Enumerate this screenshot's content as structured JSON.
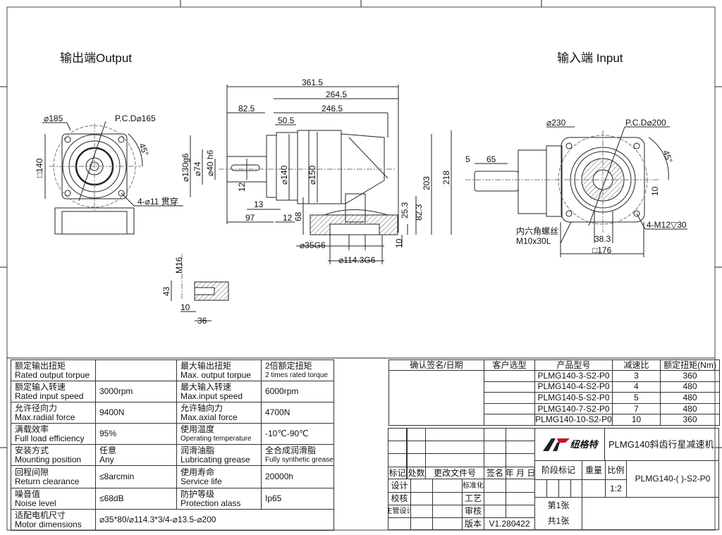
{
  "views": {
    "output_title": "输出端Output",
    "input_title": "输入端 Input"
  },
  "output_view": {
    "d185": "⌀185",
    "pcd": "P.C.D⌀165",
    "angle": "45°",
    "square": "□140",
    "holes": "4-⌀11 贯穿"
  },
  "side_view": {
    "len_361": "361.5",
    "len_264": "264.5",
    "len_246": "246.5",
    "len_82": "82.5",
    "len_50": "50.5",
    "d130": "⌀130g6",
    "d74": "⌀74",
    "d40": "⌀40 h6",
    "key12": "12",
    "d140": "⌀140",
    "d150": "⌀150",
    "h203": "203",
    "h218": "218",
    "h25": "25.3",
    "h82": "82.3",
    "h10": "10",
    "d13": "13",
    "d97": "97",
    "d12": "12",
    "h68": "68",
    "d35": "⌀35G6",
    "d114": "⌀114.3G6"
  },
  "input_view": {
    "d230": "⌀230",
    "pcd": "P.C.D⌀200",
    "angle": "45°",
    "len5": "5",
    "len65": "65",
    "screw_cn": "内六角螺丝",
    "screw": "M10x30L",
    "w38": "38.3",
    "sq176": "□176",
    "thread": "4-M12▽30",
    "h10": "10"
  },
  "detail_view": {
    "m16": "M16",
    "h43": "43",
    "w10": "10",
    "w36": "36"
  },
  "specs": [
    {
      "l_cn": "额定输出扭矩",
      "l_en": "Rated  output torpue",
      "l_val": "",
      "r_cn": "最大输出扭矩",
      "r_en": "Max. output torpue",
      "r_val_cn": "2倍额定扭矩",
      "r_val_en": "2 times rated torque"
    },
    {
      "l_cn": "额定输入转速",
      "l_en": "Rated  input speed",
      "l_val": "3000rpm",
      "r_cn": "最大输入转速",
      "r_en": "Max.input speed",
      "r_val_cn": "6000rpm",
      "r_val_en": ""
    },
    {
      "l_cn": "允许径向力",
      "l_en": "Max.radial force",
      "l_val": "9400N",
      "r_cn": "允许轴向力",
      "r_en": "Max.axial force",
      "r_val_cn": "4700N",
      "r_val_en": ""
    },
    {
      "l_cn": "满载效率",
      "l_en": "Full load efficiency",
      "l_val": "95%",
      "r_cn": "使用温度",
      "r_en": "Operating temperature",
      "r_val_cn": "-10℃-90℃",
      "r_val_en": ""
    },
    {
      "l_cn": "安装方式",
      "l_en": "Mounting position",
      "l_val": "任意\nAny",
      "r_cn": "润滑油脂",
      "r_en": "Lubricating grease",
      "r_val_cn": "全合成润滑脂",
      "r_val_en": "Fully synthetic grease"
    },
    {
      "l_cn": "回程间隙",
      "l_en": "Return clearance",
      "l_val": "≤8arcmin",
      "r_cn": "使用寿命",
      "r_en": "Service life",
      "r_val_cn": "20000h",
      "r_val_en": ""
    },
    {
      "l_cn": "噪音值",
      "l_en": "Noise level",
      "l_val": "≤68dB",
      "r_cn": "防护等级",
      "r_en": "Protection alass",
      "r_val_cn": "Ip65",
      "r_val_en": ""
    }
  ],
  "motor": {
    "cn": "适配电机尺寸",
    "en": "Motor dimensions",
    "val": "⌀35*80/⌀114.3*3/4-⌀13.5-⌀200"
  },
  "models": {
    "headers": [
      "确认签名/日期",
      "客户选型",
      "产品型号",
      "减速比",
      "额定扭矩(Nm)"
    ],
    "rows": [
      [
        "PLMG140-3-S2-P0",
        "3",
        "360"
      ],
      [
        "PLMG140-4-S2-P0",
        "4",
        "480"
      ],
      [
        "PLMG140-5-S2-P0",
        "5",
        "480"
      ],
      [
        "PLMG140-7-S2-P0",
        "7",
        "480"
      ],
      [
        "PLMG140-10-S2-P0",
        "10",
        "360"
      ]
    ]
  },
  "title_block": {
    "mark": "标记",
    "count": "处数",
    "change_doc": "更改文件号",
    "sign": "签名",
    "date": "年 月 日",
    "design": "设计",
    "check": "校核",
    "chief": "主管设计",
    "standard": "标准化",
    "craft": "工艺",
    "review": "审核",
    "version_label": "版本",
    "version": "V1.280422",
    "logo_text": "纽格特",
    "product_title": "PLMG140斜齿行星减速机",
    "stage": "阶段标记",
    "weight": "重量",
    "scale_label": "比例",
    "scale": "1:2",
    "drawing_no": "PLMG140-( )-S2-P0",
    "sheet": "第1张",
    "total": "共1张"
  }
}
